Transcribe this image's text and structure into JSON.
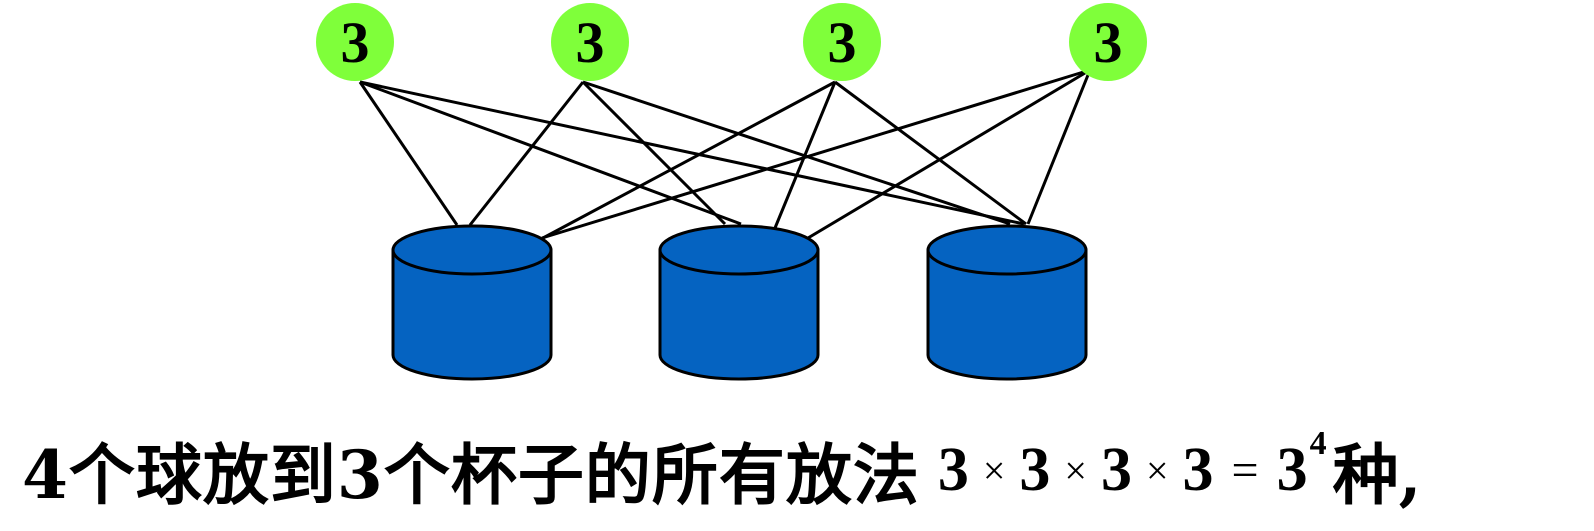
{
  "balls": [
    {
      "label": "3"
    },
    {
      "label": "3"
    },
    {
      "label": "3"
    },
    {
      "label": "3"
    }
  ],
  "cups": [
    {
      "id": "cup-1"
    },
    {
      "id": "cup-2"
    },
    {
      "id": "cup-3"
    }
  ],
  "caption": {
    "text": "4个球放到3个杯子的所有放法",
    "formula": {
      "factor1": "3",
      "factor2": "3",
      "factor3": "3",
      "factor4": "3",
      "times": "×",
      "equals": "=",
      "base": "3",
      "exponent": "4"
    },
    "suffix": "种,"
  },
  "colors": {
    "ball_fill": "#7FFF3A",
    "cup_fill": "#0563C1",
    "cup_stroke": "#000000",
    "line": "#000000"
  }
}
